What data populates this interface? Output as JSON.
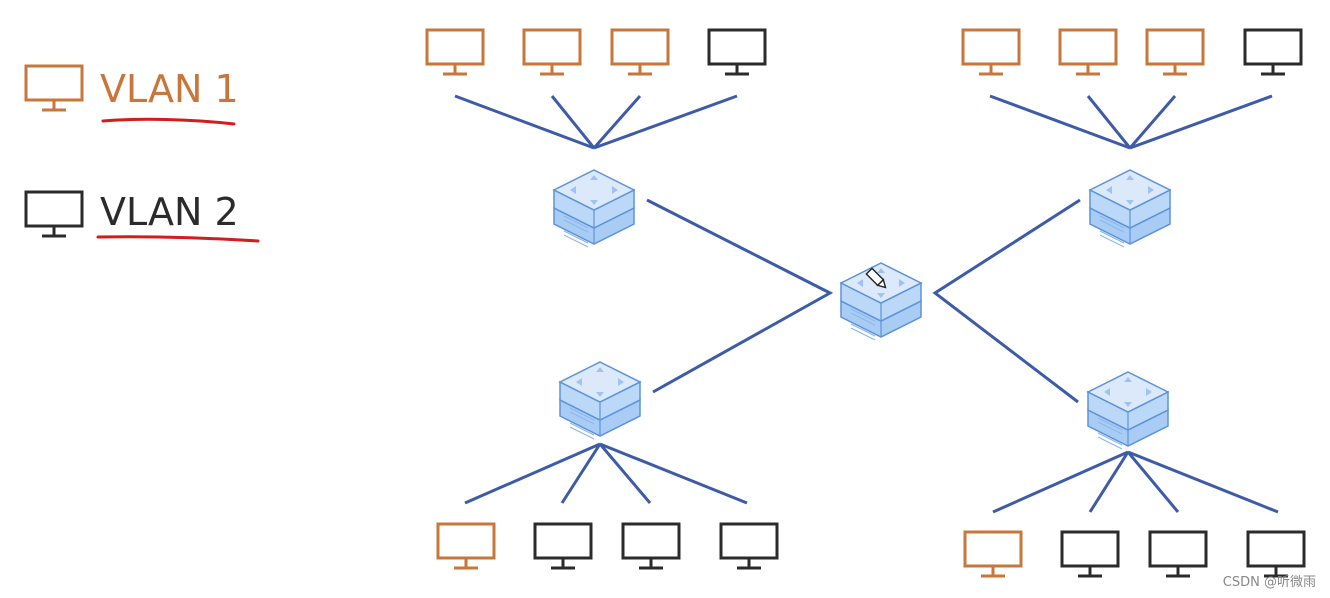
{
  "colors": {
    "vlan1": "#c8763b",
    "vlan2": "#2b2b2b",
    "link": "#3e5ba8",
    "underline": "#d11d1d",
    "switch_top": "#dbe9fb",
    "switch_side": "#a9ccf5",
    "switch_stroke": "#5d93d9",
    "watermark": "#888888"
  },
  "legend": [
    {
      "label": "VLAN 1",
      "vlan": "vlan1"
    },
    {
      "label": "VLAN 2",
      "vlan": "vlan2"
    }
  ],
  "core_switch": {
    "name": "core-switch",
    "icon": "pencil-icon"
  },
  "groups": [
    {
      "id": "top-left",
      "computers": [
        "vlan1",
        "vlan1",
        "vlan1",
        "vlan2"
      ]
    },
    {
      "id": "top-right",
      "computers": [
        "vlan1",
        "vlan1",
        "vlan1",
        "vlan2"
      ]
    },
    {
      "id": "bottom-left",
      "computers": [
        "vlan1",
        "vlan2",
        "vlan2",
        "vlan2"
      ]
    },
    {
      "id": "bottom-right",
      "computers": [
        "vlan1",
        "vlan2",
        "vlan2",
        "vlan2"
      ]
    }
  ],
  "watermark": "CSDN @听微雨"
}
